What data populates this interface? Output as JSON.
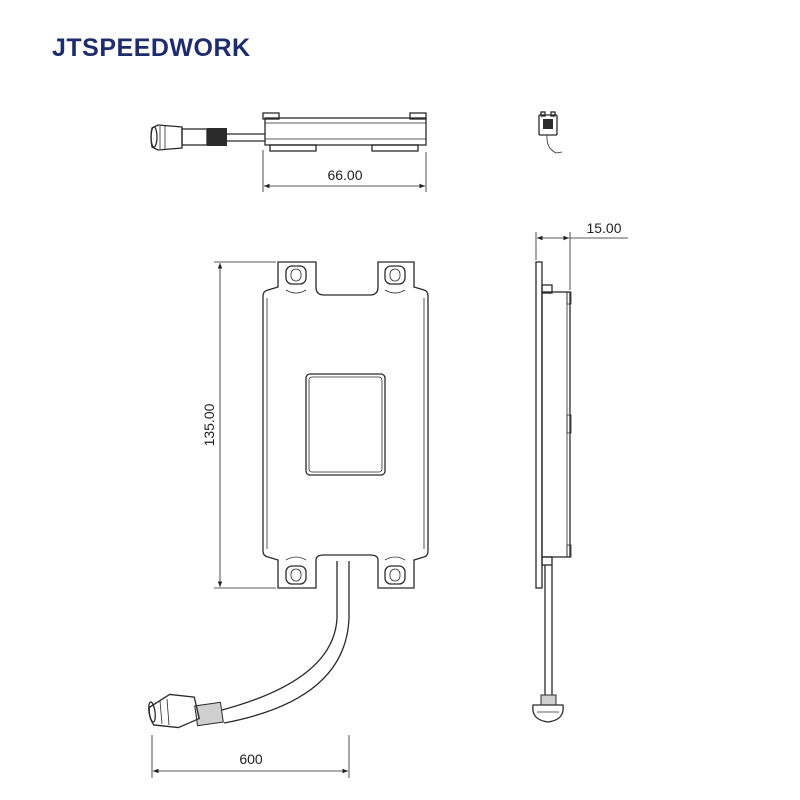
{
  "brand": "JTSPEEDWORK",
  "dimensions": {
    "width": "66.00",
    "thickness": "15.00",
    "height": "135.00",
    "cable_length": "600"
  },
  "colors": {
    "brand": "#1f2c6c",
    "line": "#2a2a2a",
    "fill_gray": "#cfcfcf"
  }
}
